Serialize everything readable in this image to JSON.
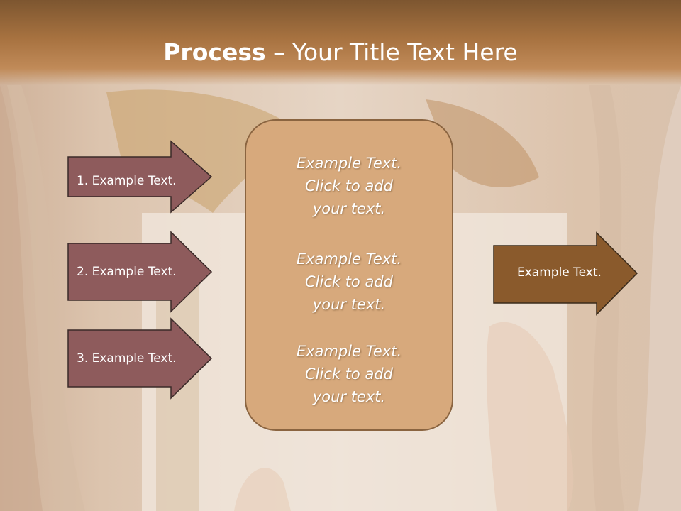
{
  "colors": {
    "header_dark": "#7d5630",
    "header_light": "#c08a58",
    "arrow_mauve": "#8e5b5c",
    "arrow_brown": "#8a5a2c",
    "center_box": "#d7a97c"
  },
  "title": {
    "bold": "Process",
    "separator": " – ",
    "rest": "Your Title Text Here"
  },
  "left_arrows": [
    {
      "label": "1. Example Text."
    },
    {
      "label": "2. Example Text."
    },
    {
      "label": "3. Example Text."
    }
  ],
  "center_box": {
    "blocks": [
      {
        "line1": "Example Text.",
        "line2": "Click  to add",
        "line3": "your text."
      },
      {
        "line1": "Example Text.",
        "line2": "Click  to add",
        "line3": "your text."
      },
      {
        "line1": "Example Text.",
        "line2": "Click  to add",
        "line3": "your text."
      }
    ]
  },
  "right_arrow": {
    "label": "Example Text."
  }
}
